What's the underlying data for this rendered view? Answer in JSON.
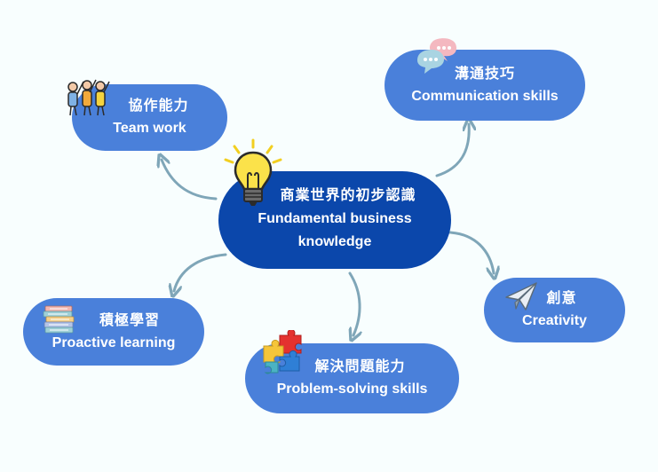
{
  "center": {
    "title_zh": "商業世界的初步認識",
    "title_en_line1": "Fundamental business",
    "title_en_line2": "knowledge",
    "icon": "lightbulb-icon"
  },
  "nodes": {
    "team_work": {
      "zh": "協作能力",
      "en": "Team work",
      "icon": "team-people-icon"
    },
    "communication": {
      "zh": "溝通技巧",
      "en": "Communication skills",
      "icon": "speech-bubbles-icon"
    },
    "creativity": {
      "zh": "創意",
      "en": "Creativity",
      "icon": "paper-plane-icon"
    },
    "problem_solving": {
      "zh": "解決問題能力",
      "en": "Problem-solving skills",
      "icon": "puzzle-pieces-icon"
    },
    "proactive": {
      "zh": "積極學習",
      "en": "Proactive learning",
      "icon": "books-stack-icon"
    }
  },
  "colors": {
    "background": "#f8fefe",
    "center_fill": "#0b47ab",
    "node_fill": "#4a80da",
    "arrow": "#7fa6b8",
    "text": "#ffffff"
  }
}
